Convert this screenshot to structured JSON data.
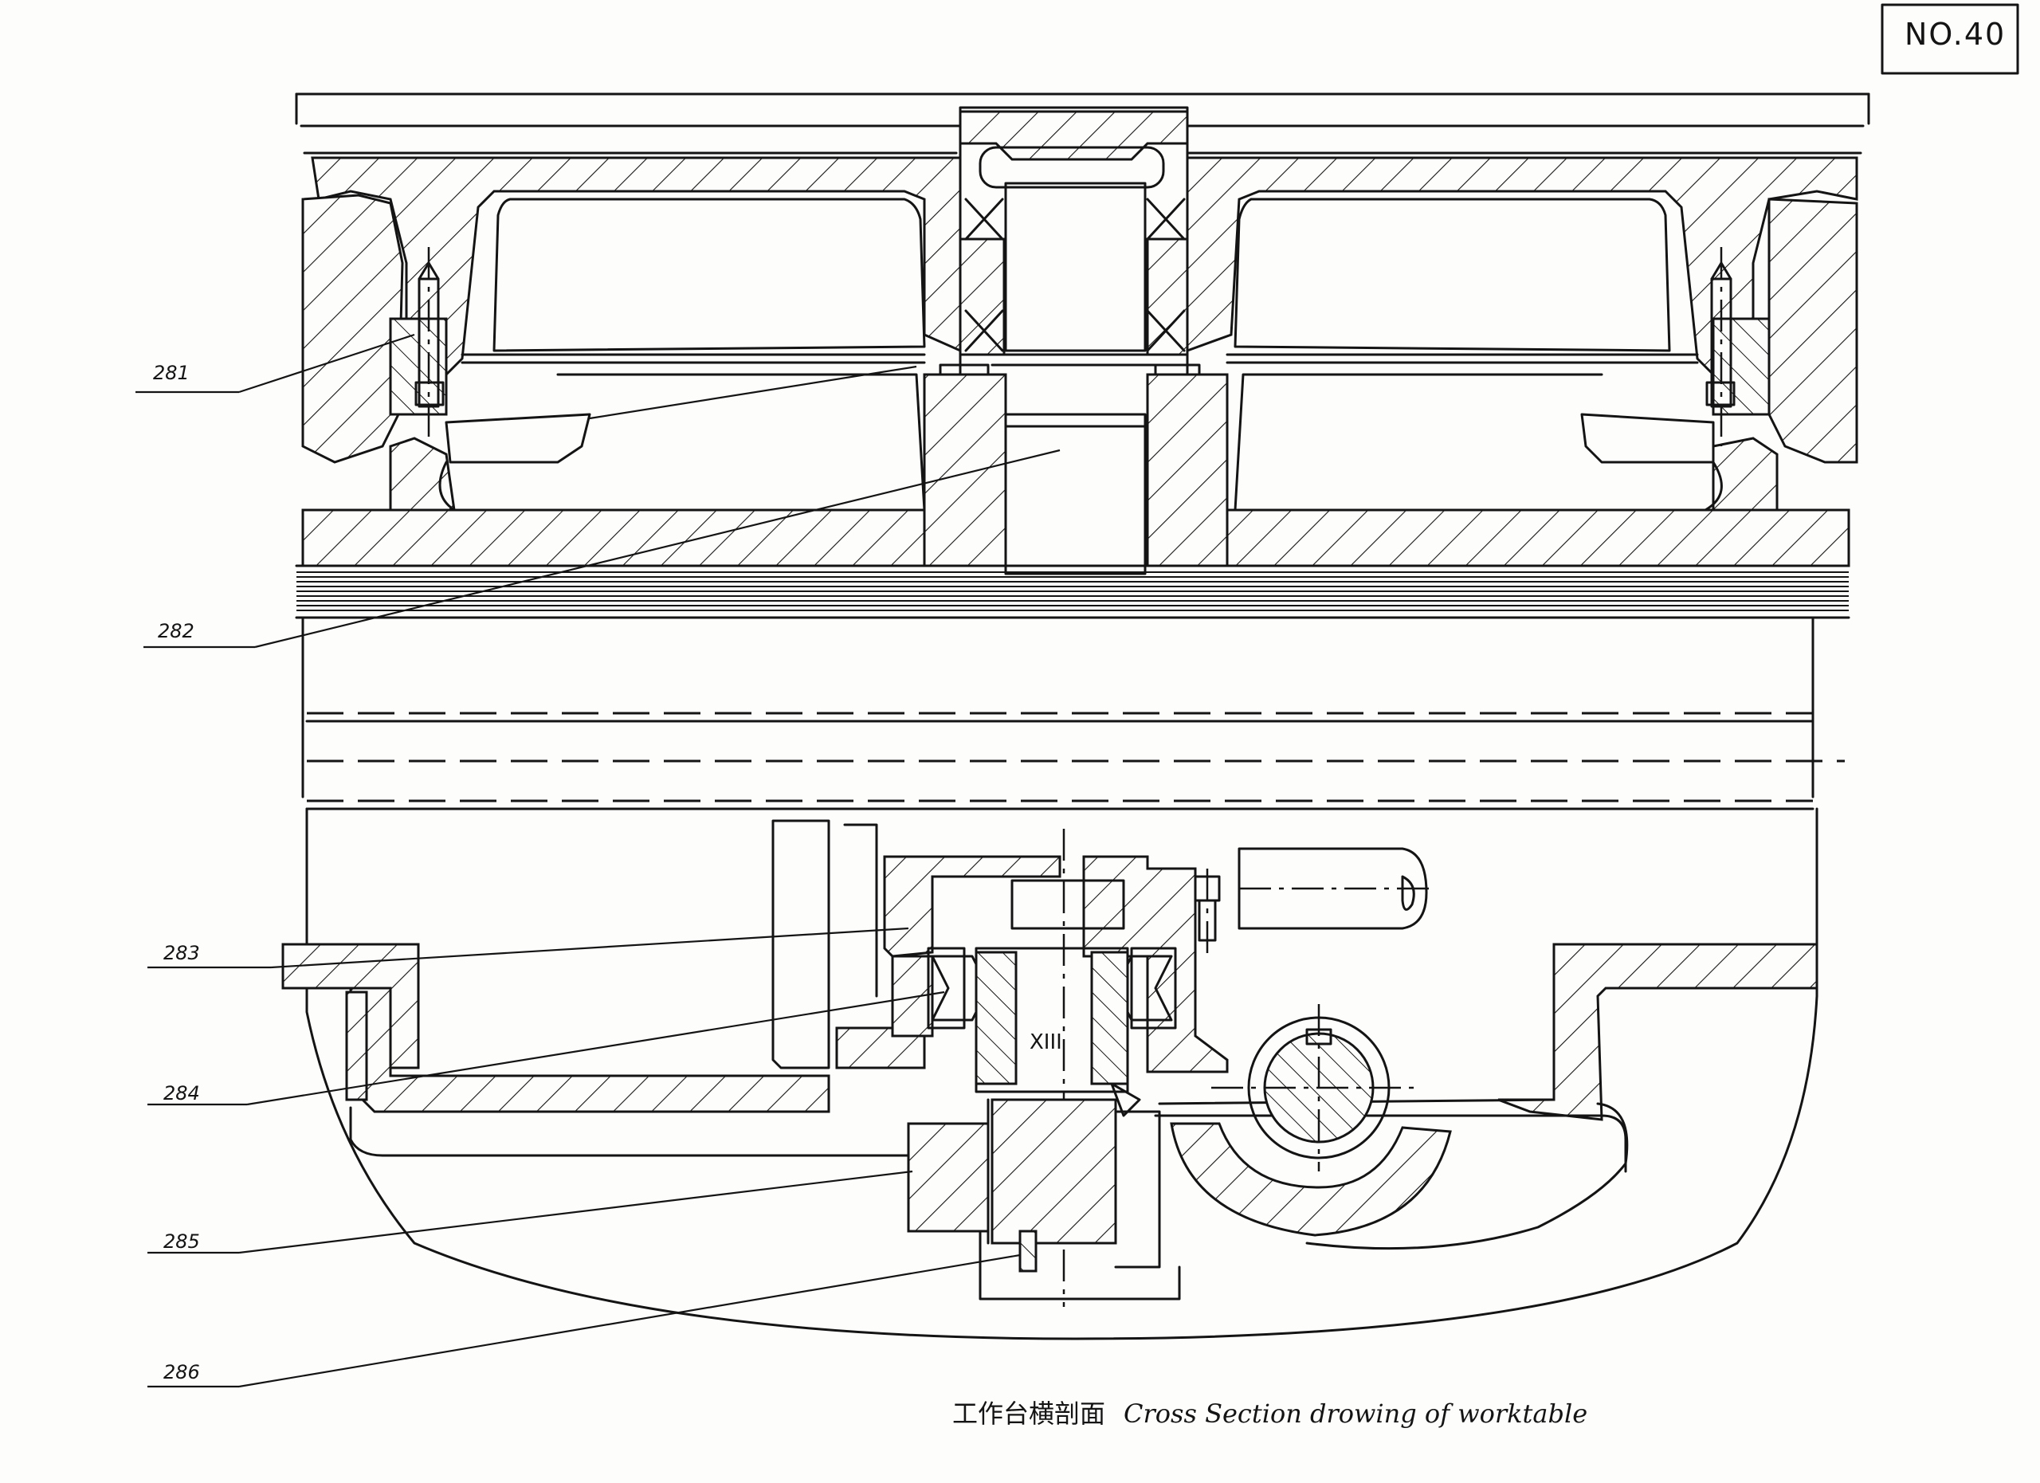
{
  "sheet": {
    "page_number": "NO.40",
    "caption_cn": "工作台横剖面",
    "caption_en": "Cross Section drowing of worktable"
  },
  "callouts": [
    {
      "id": "281",
      "label": "281"
    },
    {
      "id": "282",
      "label": "282"
    },
    {
      "id": "283",
      "label": "283"
    },
    {
      "id": "284",
      "label": "284"
    },
    {
      "id": "285",
      "label": "285"
    },
    {
      "id": "286",
      "label": "286"
    }
  ],
  "shaft_mark": "XIII"
}
